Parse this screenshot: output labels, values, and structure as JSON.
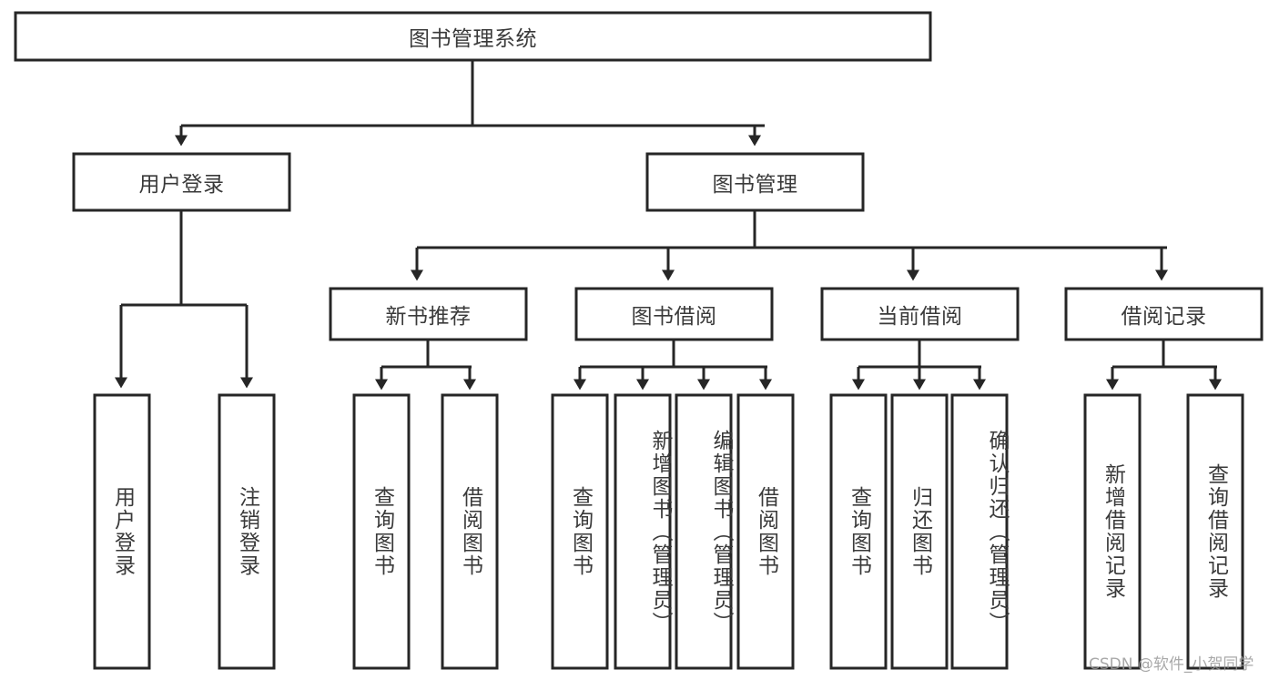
{
  "diagram": {
    "title_node": {
      "label": "图书管理系统"
    },
    "level2": [
      {
        "id": "user-login",
        "label": "用户登录"
      },
      {
        "id": "book-management",
        "label": "图书管理"
      }
    ],
    "level3": [
      {
        "id": "new-book-recommend",
        "label": "新书推荐"
      },
      {
        "id": "book-borrow",
        "label": "图书借阅"
      },
      {
        "id": "current-borrow",
        "label": "当前借阅"
      },
      {
        "id": "borrow-record",
        "label": "借阅记录"
      }
    ],
    "leaves": [
      {
        "id": "leaf-user-login",
        "label": "用户登录",
        "group": "user-login"
      },
      {
        "id": "leaf-logout-login",
        "label": "注销登录",
        "group": "user-login"
      },
      {
        "id": "leaf-query-book-1",
        "label": "查询图书",
        "group": "new-book-recommend"
      },
      {
        "id": "leaf-borrow-book-1",
        "label": "借阅图书",
        "group": "new-book-recommend"
      },
      {
        "id": "leaf-query-book-2",
        "label": "查询图书",
        "group": "book-borrow"
      },
      {
        "id": "leaf-add-book-admin",
        "label": "新增图书（管理员）",
        "group": "book-borrow"
      },
      {
        "id": "leaf-edit-book-admin",
        "label": "编辑图书（管理员）",
        "group": "book-borrow"
      },
      {
        "id": "leaf-borrow-book-2",
        "label": "借阅图书",
        "group": "book-borrow"
      },
      {
        "id": "leaf-query-book-3",
        "label": "查询图书",
        "group": "current-borrow"
      },
      {
        "id": "leaf-return-book",
        "label": "归还图书",
        "group": "current-borrow"
      },
      {
        "id": "leaf-confirm-return-admin",
        "label": "确认归还（管理员）",
        "group": "current-borrow"
      },
      {
        "id": "leaf-add-borrow-record",
        "label": "新增借阅记录",
        "group": "borrow-record"
      },
      {
        "id": "leaf-query-borrow-record",
        "label": "查询借阅记录",
        "group": "borrow-record"
      }
    ],
    "colors": {
      "stroke": "#262626",
      "fill": "#ffffff",
      "text": "#3a3a3a",
      "watermark": "#9a9a9a"
    }
  },
  "watermark": {
    "text": "CSDN @软件_小贺同学"
  }
}
